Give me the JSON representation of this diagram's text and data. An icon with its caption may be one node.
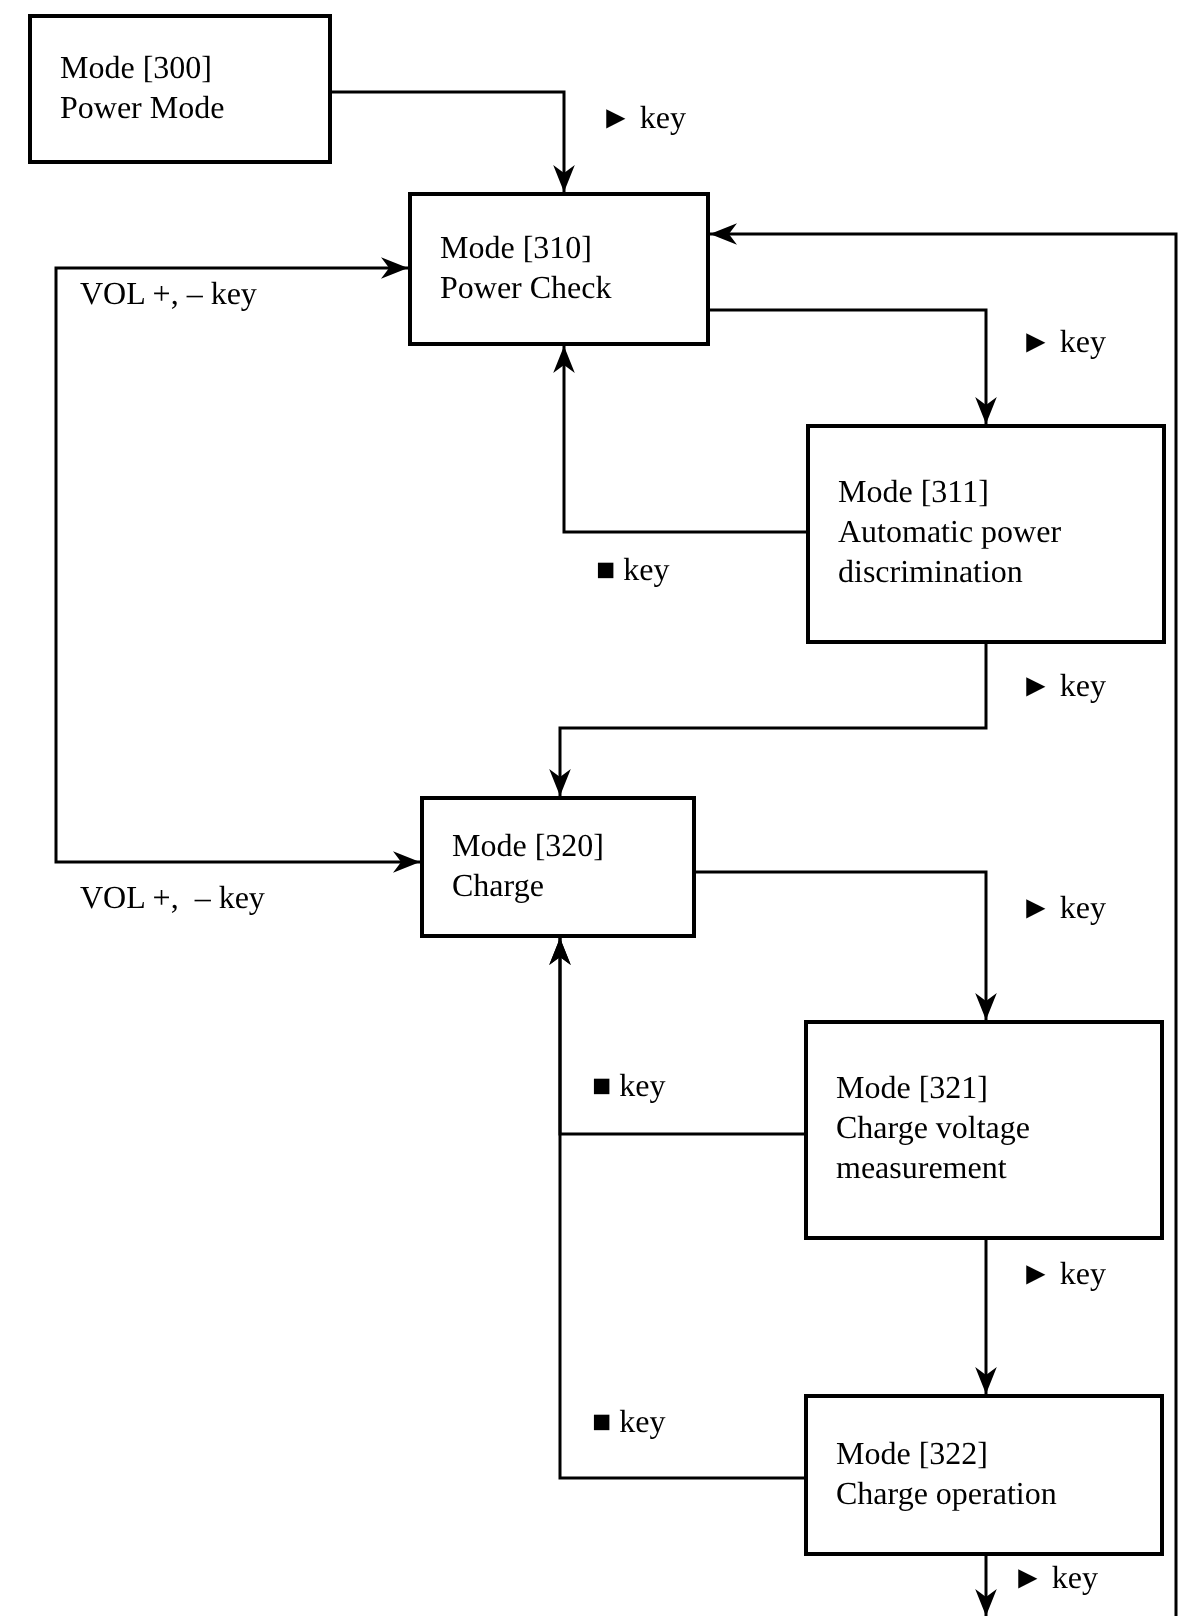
{
  "diagram": {
    "nodes": [
      {
        "text": [
          "Mode [300]",
          "Power Mode"
        ]
      },
      {
        "text": [
          "Mode [310]",
          "Power Check"
        ]
      },
      {
        "text": [
          "Mode [311]",
          "Automatic power discrimination"
        ]
      },
      {
        "text": [
          "Mode [320]",
          "Charge"
        ]
      },
      {
        "text": [
          "Mode [321]",
          "Charge voltage measurement"
        ]
      },
      {
        "text": [
          "Mode [322]",
          "Charge operation"
        ]
      }
    ],
    "edges": [
      {
        "from": 0,
        "to": 1,
        "arrow": "to",
        "label": "► key"
      },
      {
        "from": 1,
        "to": 2,
        "arrow": "to",
        "label": "► key"
      },
      {
        "from": 2,
        "to": 1,
        "arrow": "to",
        "label": "■ key"
      },
      {
        "from": 2,
        "to": 3,
        "arrow": "to",
        "label": "► key"
      },
      {
        "from": 1,
        "to": 3,
        "arrow": "both",
        "label": "VOL +, – key"
      },
      {
        "from": 3,
        "to": 4,
        "arrow": "to",
        "label": "► key"
      },
      {
        "from": 4,
        "to": 3,
        "arrow": "to",
        "label": "■ key"
      },
      {
        "from": 5,
        "to": 3,
        "arrow": "to",
        "label": "■ key"
      },
      {
        "from": 4,
        "to": 5,
        "arrow": "to",
        "label": "► key"
      },
      {
        "from": 5,
        "to": null,
        "arrow": "to",
        "label": "► key"
      },
      {
        "from": null,
        "to": 1,
        "arrow": "to"
      }
    ],
    "labels": [
      "VOL +,  – key"
    ]
  }
}
